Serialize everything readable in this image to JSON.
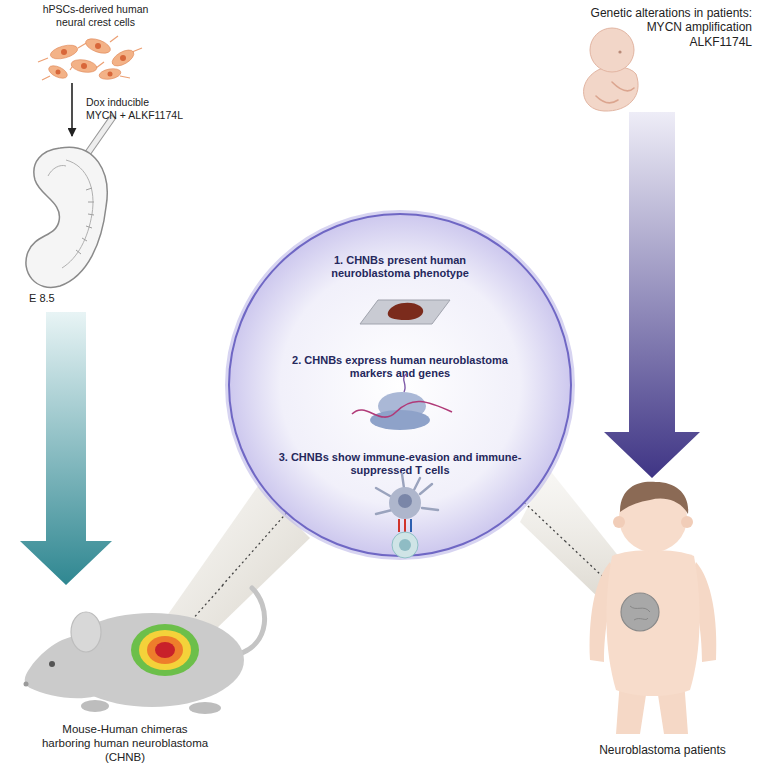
{
  "diagram": {
    "nodes": [
      {
        "text": [
          "hPSCs-derived human neural crest cells"
        ]
      },
      {
        "text": [
          "E 8.5"
        ]
      },
      {
        "text": [
          "Mouse-Human chimeras harboring human neuroblastoma (CHNB)"
        ]
      },
      {
        "text": [
          "1. CHNBs present human neuroblastoma phenotype",
          "2. CHNBs express human neuroblastoma markers and genes",
          "3. CHNBs show immune-evasion and immune-suppressed T cells"
        ]
      },
      {
        "text": [
          "Genetic alterations in patients: MYCN amplification ALKF1174L"
        ]
      },
      {
        "text": [
          "Neuroblastoma patients"
        ]
      }
    ],
    "edges": [
      {
        "from": 0,
        "to": 1,
        "arrow": "to",
        "label": "Dox inducible MYCN + ALKF1174L"
      },
      {
        "from": 1,
        "to": 2,
        "arrow": "to"
      },
      {
        "from": 4,
        "to": 5,
        "arrow": "to"
      },
      {
        "from": 3,
        "to": 2,
        "arrow": "none"
      },
      {
        "from": 3,
        "to": 5,
        "arrow": "none"
      }
    ]
  }
}
